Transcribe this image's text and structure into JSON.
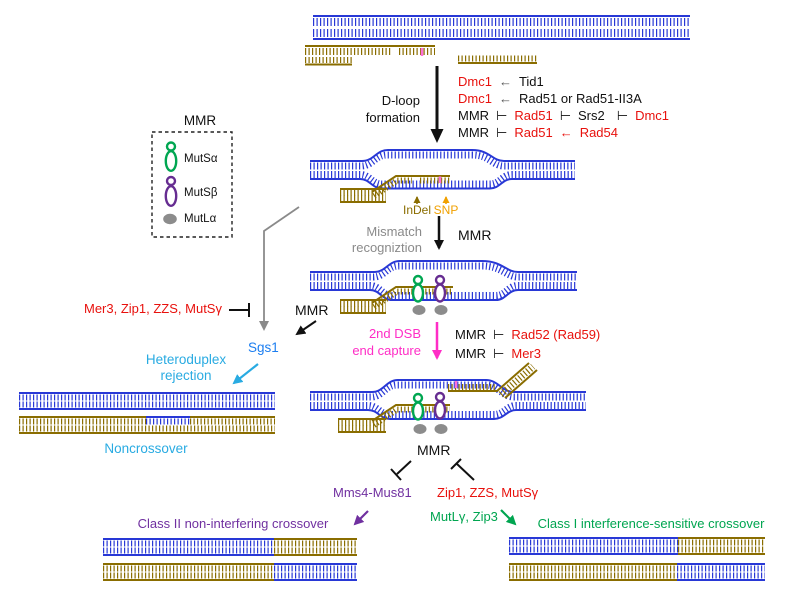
{
  "colors": {
    "dna_blue": "#2838d6",
    "dna_gold": "#8a6d00",
    "red": "#e8110d",
    "gray": "#8a8a8a",
    "magenta": "#ff2dc6",
    "purple": "#7030a0",
    "green": "#00a550",
    "cyan": "#29abe2",
    "sgs_blue": "#1c7ef0",
    "snp_amber": "#f0a000",
    "snp_pink": "#ff70d8"
  },
  "process": {
    "d_loop_line1": "D-loop",
    "d_loop_line2": "formation",
    "mismatch_line1": "Mismatch",
    "mismatch_line2": "recogniztion",
    "dsb_line1": "2nd DSB",
    "dsb_line2": "end capture",
    "het_line1": "Heteroduplex",
    "het_line2": "rejection",
    "sgs1": "Sgs1",
    "noncrossover": "Noncrossover",
    "class2": "Class II non-interfering crossover",
    "class1": "Class I interference-sensitive crossover"
  },
  "mmr_labels": {
    "at_dloop": "MMR",
    "at_rejection": "MMR",
    "at_resolution": "MMR"
  },
  "site_labels": {
    "indel": "InDel",
    "snp": "SNP"
  },
  "legend": {
    "title": "MMR",
    "items": [
      {
        "label": "MutSα",
        "color": "#00a651",
        "shape": "clamp"
      },
      {
        "label": "MutSβ",
        "color": "#662d91",
        "shape": "clamp"
      },
      {
        "label": "MutLα",
        "color": "#8c8c8c",
        "shape": "oval"
      }
    ]
  },
  "regulation_top": {
    "line1": {
      "a": "Dmc1",
      "arrow": "←",
      "b": "Tid1"
    },
    "line2": {
      "a": "Dmc1",
      "arrow": "←",
      "b": "Rad51 or Rad51-II3A"
    },
    "line3": {
      "a": "MMR",
      "t1": "⊢",
      "b": "Rad51",
      "t2": "⊢",
      "c": "Srs2",
      "t3": "⊢",
      "d": "Dmc1"
    },
    "line4": {
      "a": "MMR",
      "t1": "⊢",
      "b": "Rad51",
      "arrow": "←",
      "c": "Rad54"
    }
  },
  "regulation_mid": {
    "line1": {
      "a": "MMR",
      "t": "⊢",
      "b": "Rad52 (Rad59)"
    },
    "line2": {
      "a": "MMR",
      "t": "⊢",
      "b": "Mer3"
    }
  },
  "inhibitors": {
    "mer3": "Mer3, Zip1, ZZS, MutSγ",
    "zip1": "Zip1, ZZS, MutSγ",
    "mms4": "Mms4-Mus81",
    "mutl": "MutLγ, Zip3"
  }
}
